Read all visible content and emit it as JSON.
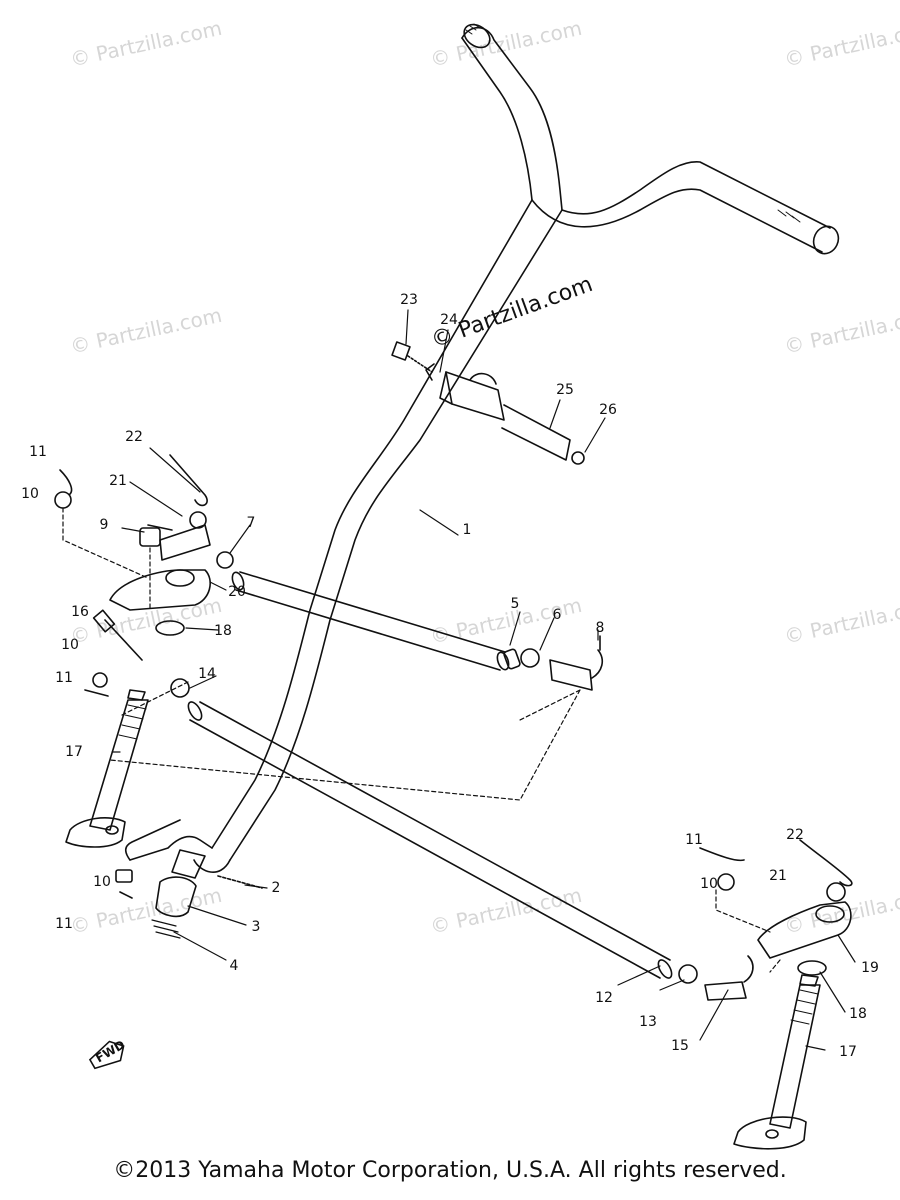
{
  "copyright": "©2013 Yamaha Motor Corporation, U.S.A. All rights reserved.",
  "watermark_text": "© Partzilla.com",
  "center_watermark_text": "© Partzilla.com",
  "fwd_label": "FWD",
  "part_labels": {
    "p1": "1",
    "p2": "2",
    "p3": "3",
    "p4": "4",
    "p5": "5",
    "p6": "6",
    "p7": "7",
    "p8": "8",
    "p9": "9",
    "p10a": "10",
    "p10b": "10",
    "p10c": "10",
    "p10d": "10",
    "p11a": "11",
    "p11b": "11",
    "p11c": "11",
    "p11d": "11",
    "p12": "12",
    "p13": "13",
    "p14": "14",
    "p15": "15",
    "p16": "16",
    "p17a": "17",
    "p17b": "17",
    "p18a": "18",
    "p18b": "18",
    "p19": "19",
    "p20": "20",
    "p21a": "21",
    "p21b": "21",
    "p22a": "22",
    "p22b": "22",
    "p23": "23",
    "p24": "24",
    "p25": "25",
    "p26": "26"
  },
  "colors": {
    "line": "#111111",
    "watermark": "#d6d6d6",
    "fill": "#ffffff"
  }
}
